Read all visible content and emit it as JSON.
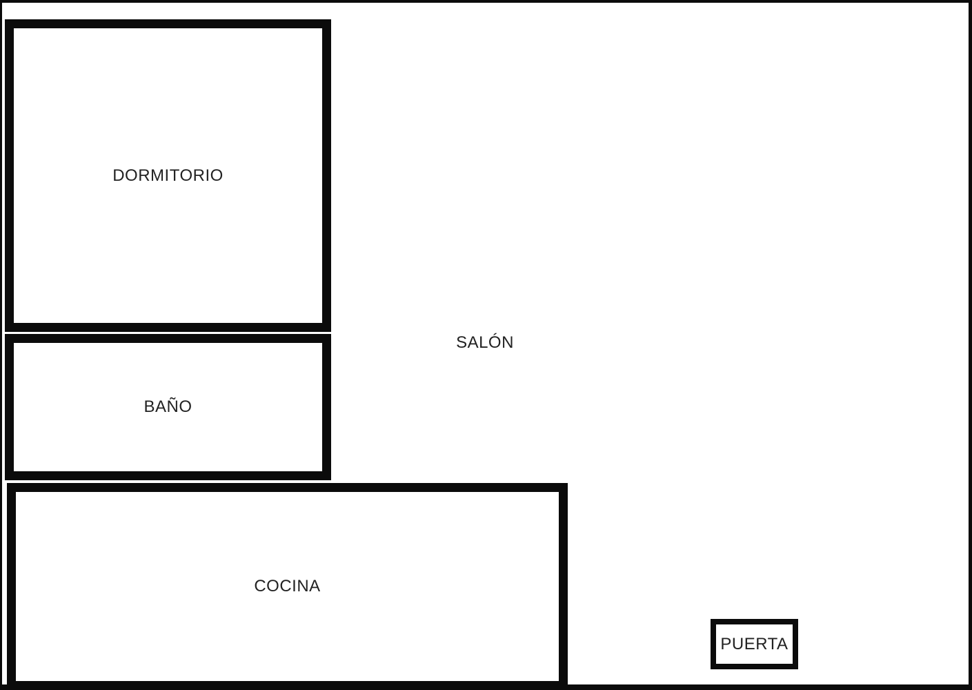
{
  "floorplan": {
    "background_color": "#ffffff",
    "wall_color": "#0b0b0b",
    "label_color": "#222222",
    "rooms": {
      "dormitorio": {
        "label": "DORMITORIO"
      },
      "bano": {
        "label": "BAÑO"
      },
      "salon": {
        "label": "SALÓN"
      },
      "cocina": {
        "label": "COCINA"
      },
      "puerta": {
        "label": "PUERTA"
      }
    }
  }
}
